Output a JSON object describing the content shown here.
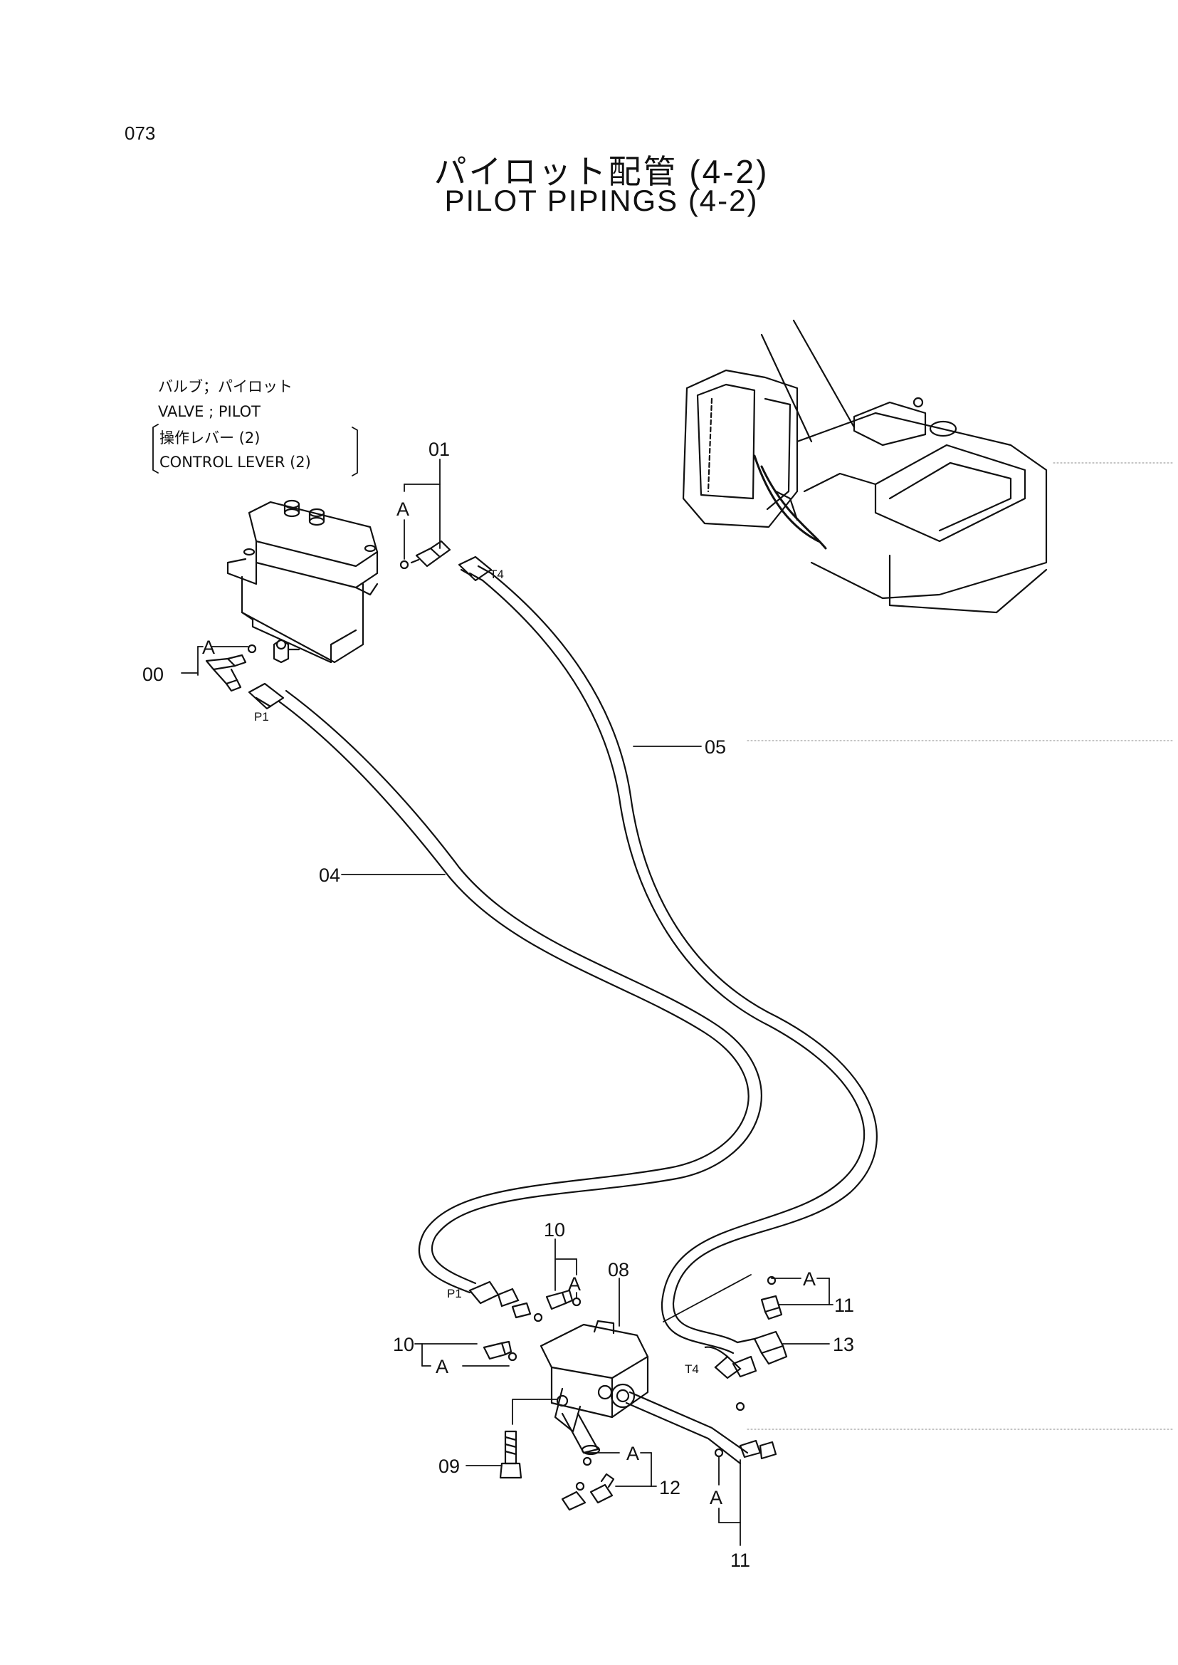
{
  "page_number": "073",
  "title_jp": "パイロット配管 (4-2)",
  "title_en": "PILOT PIPINGS (4-2)",
  "valve_label": {
    "line1": "バルブ；パイロット",
    "line2": "VALVE ; PILOT",
    "line3": "操作レバー (2)",
    "line4": "CONTROL  LEVER (2)"
  },
  "callouts": {
    "c00": "00",
    "c01": "01",
    "c04": "04",
    "c05": "05",
    "c08": "08",
    "c09": "09",
    "c10_top": "10",
    "c10_left": "10",
    "c11_right": "11",
    "c11_bottom": "11",
    "c12": "12",
    "c13": "13"
  },
  "ref_mark": "A",
  "port_labels": {
    "p1_top": "P1",
    "p1_bottom": "P1",
    "t4_top": "T4",
    "t4_bottom": "T4"
  }
}
